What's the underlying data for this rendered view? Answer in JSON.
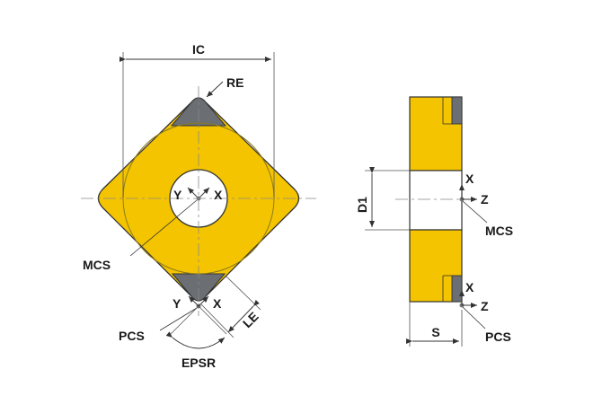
{
  "labels": {
    "ic": "IC",
    "re": "RE",
    "mcs_left": "MCS",
    "pcs_left": "PCS",
    "epsr": "EPSR",
    "le": "LE",
    "y_center": "Y",
    "x_center": "X",
    "y_tip": "Y",
    "x_tip": "X",
    "d1": "D1",
    "s": "S",
    "x_side_mid": "X",
    "z_side_mid": "Z",
    "mcs_right": "MCS",
    "x_side_low": "X",
    "z_side_low": "Z",
    "pcs_right": "PCS"
  },
  "colors": {
    "insert_fill": "#f4c400",
    "tip_fill": "#6b6f73",
    "outline": "#333333",
    "dim_line": "#555555",
    "center_line": "#888888",
    "background": "#ffffff"
  }
}
